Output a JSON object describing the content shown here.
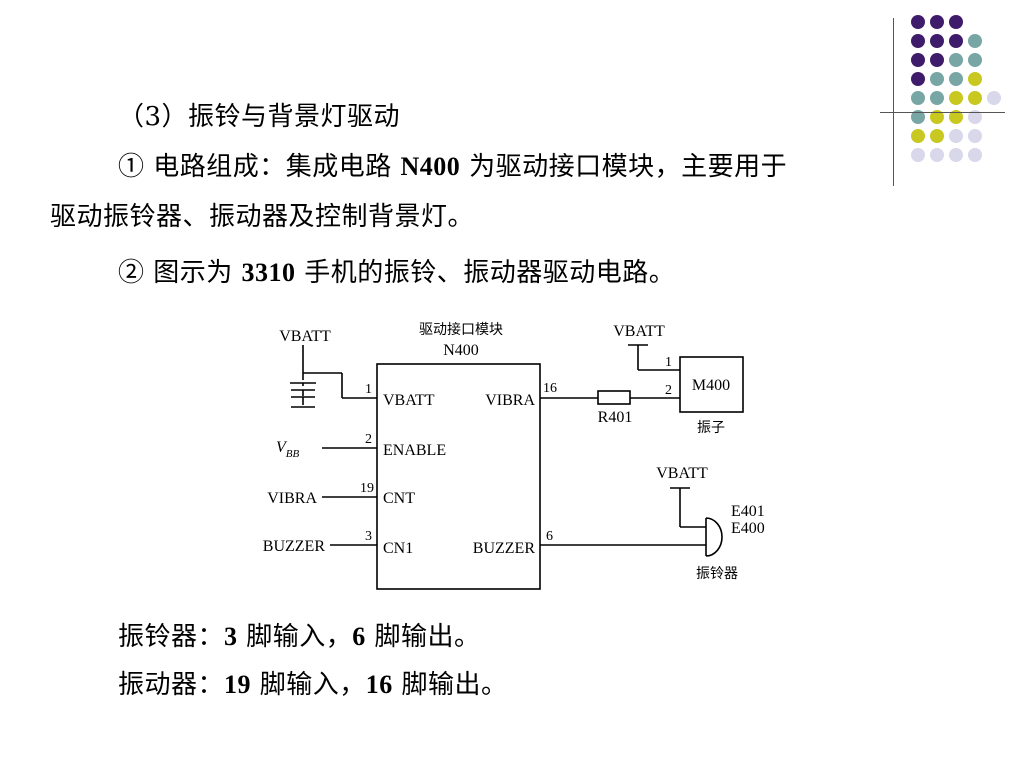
{
  "slide": {
    "heading": "（3）振铃与背景灯驱动",
    "point1_line1_prefix": "① 电路组成：集成电路 ",
    "point1_line1_chip": "N400",
    "point1_line1_suffix": " 为驱动接口模块，主要用于",
    "point1_line2": "驱动振铃器、振动器及控制背景灯。",
    "point2_prefix": "② 图示为 ",
    "point2_model": "3310",
    "point2_suffix": " 手机的振铃、振动器驱动电路。",
    "note1_prefix": "振铃器：",
    "note1_a": "3",
    "note1_mid": " 脚输入，",
    "note1_b": "6",
    "note1_suffix": " 脚输出。",
    "note2_prefix": "振动器：",
    "note2_a": "19",
    "note2_mid": " 脚输入，",
    "note2_b": "16",
    "note2_suffix": " 脚输出。"
  },
  "decor": {
    "dot_colors": {
      "purple": "#3f1b6b",
      "teal": "#78a6a4",
      "yellow": "#c9c820",
      "lavender": "#d9d7ea"
    }
  },
  "diagram": {
    "module_title": "驱动接口模块",
    "module_name": "N400",
    "vbatt_left": "VBATT",
    "vbatt_top_right": "VBATT",
    "vbatt_mid_right": "VBATT",
    "vbb_main": "V",
    "vbb_sub": "BB",
    "input_vibra": "VIBRA",
    "input_buzzer": "BUZZER",
    "pin_labels_left": [
      "VBATT",
      "ENABLE",
      "CNT",
      "CN1"
    ],
    "pin_numbers_left": [
      "1",
      "2",
      "19",
      "3"
    ],
    "pin_labels_right": [
      "VIBRA",
      "BUZZER"
    ],
    "pin_numbers_right": [
      "16",
      "6"
    ],
    "resistor": "R401",
    "motor": "M400",
    "motor_pin1": "1",
    "motor_pin2": "2",
    "motor_caption": "振子",
    "buzzer_ref1": "E401",
    "buzzer_ref2": "E400",
    "buzzer_caption": "振铃器"
  }
}
